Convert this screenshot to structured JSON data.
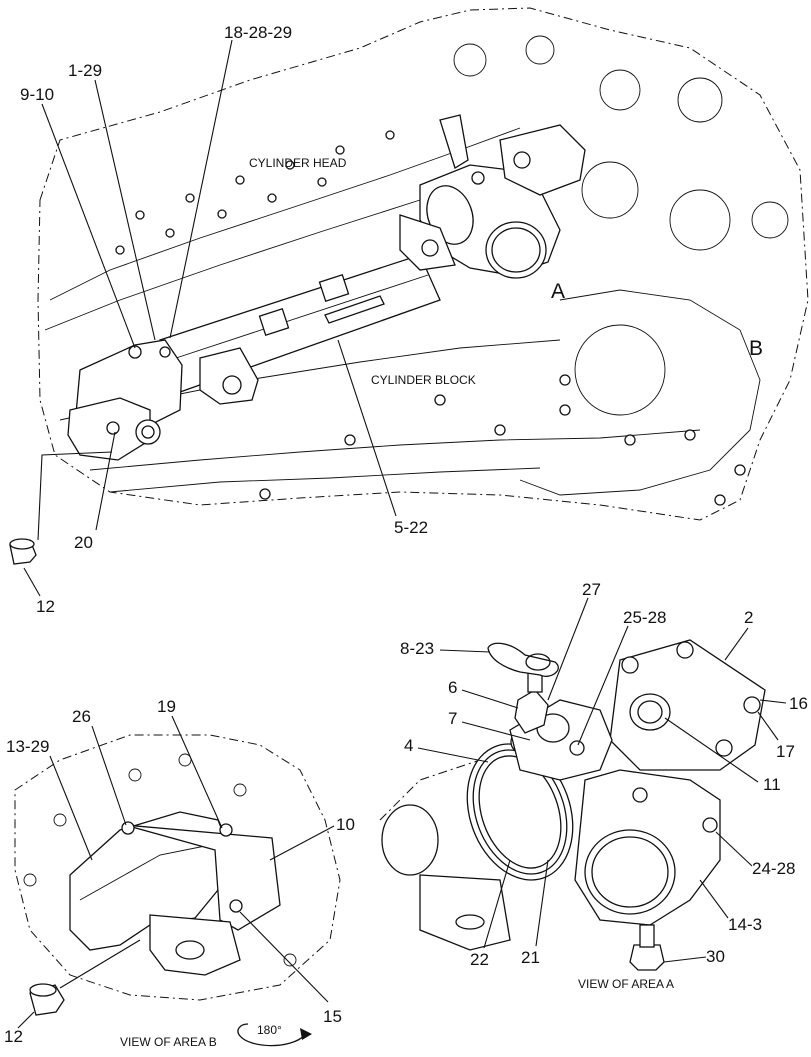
{
  "figure": {
    "region_labels": {
      "cylinder_head": "CYLINDER HEAD",
      "cylinder_block": "CYLINDER BLOCK"
    },
    "area_letters": {
      "a": "A",
      "b": "B"
    },
    "view_captions": {
      "area_a": "VIEW OF AREA  A",
      "area_b": "VIEW OF AREA  B",
      "rotation": "180°"
    },
    "callouts_main": {
      "c_18_28_29": "18-28-29",
      "c_1_29": "1-29",
      "c_9_10": "9-10",
      "c_20": "20",
      "c_5_22": "5-22",
      "c_12": "12"
    },
    "callouts_area_b": {
      "c_13_29": "13-29",
      "c_26": "26",
      "c_19": "19",
      "c_10": "10",
      "c_15": "15",
      "c_12": "12"
    },
    "callouts_area_a": {
      "c_27": "27",
      "c_25_28": "25-28",
      "c_2": "2",
      "c_8_23": "8-23",
      "c_6": "6",
      "c_16": "16",
      "c_7": "7",
      "c_4": "4",
      "c_17": "17",
      "c_11": "11",
      "c_24_28": "24-28",
      "c_14_3": "14-3",
      "c_22": "22",
      "c_21": "21",
      "c_30": "30"
    }
  }
}
